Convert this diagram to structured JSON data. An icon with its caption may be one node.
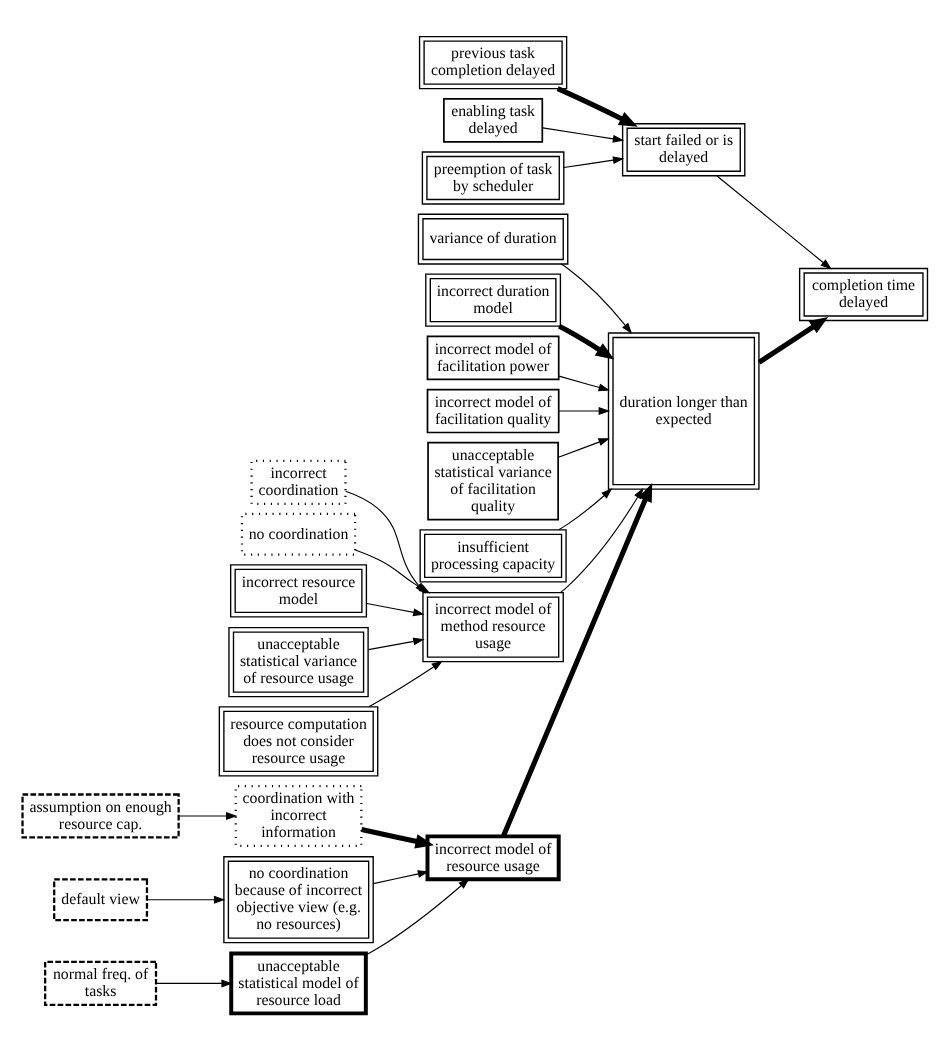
{
  "diagram": {
    "nodes": [
      {
        "text": [
          "variance of duration"
        ]
      },
      {
        "text": [
          "incorrect duration model"
        ]
      },
      {
        "text": [
          "incorrect model of facilitation power"
        ]
      },
      {
        "text": [
          "incorrect model of facilitation quality"
        ]
      },
      {
        "text": [
          "unacceptable statistical variance of facilitation quality"
        ]
      },
      {
        "text": [
          "insufficient processing capacity"
        ]
      },
      {
        "text": [
          "duration longer than expected"
        ]
      },
      {
        "text": [
          "completion time delayed"
        ]
      },
      {
        "text": [
          "start failed or is delayed"
        ]
      },
      {
        "text": [
          "incorrect model of method resource usage"
        ]
      },
      {
        "text": [
          "incorrect model of resource usage"
        ]
      },
      {
        "text": [
          "previous task completion delayed"
        ]
      },
      {
        "text": [
          "enabling task delayed"
        ]
      },
      {
        "text": [
          "preemption of task by scheduler"
        ]
      },
      {
        "text": [
          "incorrect coordination"
        ]
      },
      {
        "text": [
          "coordination with incorrect information"
        ]
      },
      {
        "text": [
          "assumption on enough resource cap."
        ]
      },
      {
        "text": [
          "no coordination"
        ]
      },
      {
        "text": [
          "incorrect resource model"
        ]
      },
      {
        "text": [
          "no coordination because of incorrect objective view (e.g. no resources)"
        ]
      },
      {
        "text": [
          "default view"
        ]
      },
      {
        "text": [
          "unacceptable statistical variance of resource usage"
        ]
      },
      {
        "text": [
          "unacceptable statistical model of resource load"
        ]
      },
      {
        "text": [
          "normal freq. of tasks"
        ]
      },
      {
        "text": [
          "resource computation does not consider resource usage"
        ]
      }
    ],
    "edges": [
      {
        "from": 0,
        "to": 6,
        "arrow": "to"
      },
      {
        "from": 1,
        "to": 6,
        "arrow": "to",
        "style": "thick"
      },
      {
        "from": 2,
        "to": 6,
        "arrow": "to"
      },
      {
        "from": 3,
        "to": 6,
        "arrow": "to"
      },
      {
        "from": 4,
        "to": 6,
        "arrow": "to"
      },
      {
        "from": 5,
        "to": 6,
        "arrow": "to"
      },
      {
        "from": 9,
        "to": 6,
        "arrow": "to"
      },
      {
        "from": 10,
        "to": 6,
        "arrow": "to",
        "style": "thick"
      },
      {
        "from": 6,
        "to": 7,
        "arrow": "to",
        "style": "thick"
      },
      {
        "from": 8,
        "to": 7,
        "arrow": "to"
      },
      {
        "from": 11,
        "to": 8,
        "arrow": "to",
        "style": "thick"
      },
      {
        "from": 12,
        "to": 8,
        "arrow": "to"
      },
      {
        "from": 13,
        "to": 8,
        "arrow": "to"
      },
      {
        "from": 14,
        "to": 9,
        "arrow": "to"
      },
      {
        "from": 17,
        "to": 9,
        "arrow": "to"
      },
      {
        "from": 18,
        "to": 9,
        "arrow": "to"
      },
      {
        "from": 21,
        "to": 9,
        "arrow": "to"
      },
      {
        "from": 24,
        "to": 9,
        "arrow": "to"
      },
      {
        "from": 15,
        "to": 10,
        "arrow": "to",
        "style": "thick"
      },
      {
        "from": 19,
        "to": 10,
        "arrow": "to"
      },
      {
        "from": 22,
        "to": 10,
        "arrow": "to"
      },
      {
        "from": 16,
        "to": 15,
        "arrow": "to"
      },
      {
        "from": 20,
        "to": 19,
        "arrow": "to"
      },
      {
        "from": 23,
        "to": 22,
        "arrow": "to"
      }
    ]
  }
}
